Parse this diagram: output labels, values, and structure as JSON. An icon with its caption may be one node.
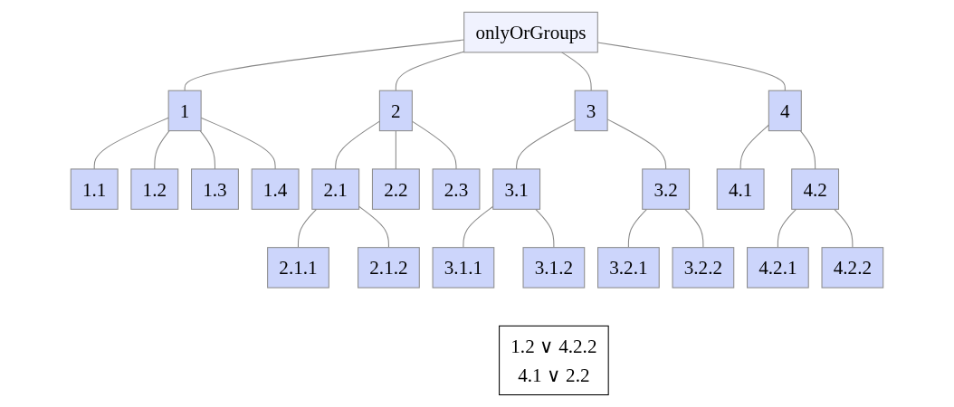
{
  "diagram": {
    "nodes": [
      {
        "text": [
          "onlyOrGroups"
        ]
      },
      {
        "text": [
          "1"
        ]
      },
      {
        "text": [
          "2"
        ]
      },
      {
        "text": [
          "3"
        ]
      },
      {
        "text": [
          "4"
        ]
      },
      {
        "text": [
          "1.1"
        ]
      },
      {
        "text": [
          "1.2"
        ]
      },
      {
        "text": [
          "1.3"
        ]
      },
      {
        "text": [
          "1.4"
        ]
      },
      {
        "text": [
          "2.1"
        ]
      },
      {
        "text": [
          "2.2"
        ]
      },
      {
        "text": [
          "2.3"
        ]
      },
      {
        "text": [
          "3.1"
        ]
      },
      {
        "text": [
          "3.2"
        ]
      },
      {
        "text": [
          "4.1"
        ]
      },
      {
        "text": [
          "4.2"
        ]
      },
      {
        "text": [
          "2.1.1"
        ]
      },
      {
        "text": [
          "2.1.2"
        ]
      },
      {
        "text": [
          "3.1.1"
        ]
      },
      {
        "text": [
          "3.1.2"
        ]
      },
      {
        "text": [
          "3.2.1"
        ]
      },
      {
        "text": [
          "3.2.2"
        ]
      },
      {
        "text": [
          "4.2.1"
        ]
      },
      {
        "text": [
          "4.2.2"
        ]
      },
      {
        "text": [
          "1.2 ∨ 4.2.2",
          "4.1 ∨ 2.2"
        ]
      }
    ],
    "edges": [
      {
        "from": 0,
        "to": 1,
        "arrow": "none"
      },
      {
        "from": 0,
        "to": 2,
        "arrow": "none"
      },
      {
        "from": 0,
        "to": 3,
        "arrow": "none"
      },
      {
        "from": 0,
        "to": 4,
        "arrow": "none"
      },
      {
        "from": 1,
        "to": 5,
        "arrow": "none"
      },
      {
        "from": 1,
        "to": 6,
        "arrow": "none"
      },
      {
        "from": 1,
        "to": 7,
        "arrow": "none"
      },
      {
        "from": 1,
        "to": 8,
        "arrow": "none"
      },
      {
        "from": 2,
        "to": 9,
        "arrow": "none"
      },
      {
        "from": 2,
        "to": 10,
        "arrow": "none"
      },
      {
        "from": 2,
        "to": 11,
        "arrow": "none"
      },
      {
        "from": 3,
        "to": 12,
        "arrow": "none"
      },
      {
        "from": 3,
        "to": 13,
        "arrow": "none"
      },
      {
        "from": 4,
        "to": 14,
        "arrow": "none"
      },
      {
        "from": 4,
        "to": 15,
        "arrow": "none"
      },
      {
        "from": 9,
        "to": 16,
        "arrow": "none"
      },
      {
        "from": 9,
        "to": 17,
        "arrow": "none"
      },
      {
        "from": 12,
        "to": 18,
        "arrow": "none"
      },
      {
        "from": 12,
        "to": 19,
        "arrow": "none"
      },
      {
        "from": 13,
        "to": 20,
        "arrow": "none"
      },
      {
        "from": 13,
        "to": 21,
        "arrow": "none"
      },
      {
        "from": 15,
        "to": 22,
        "arrow": "none"
      },
      {
        "from": 15,
        "to": 23,
        "arrow": "none"
      }
    ]
  }
}
